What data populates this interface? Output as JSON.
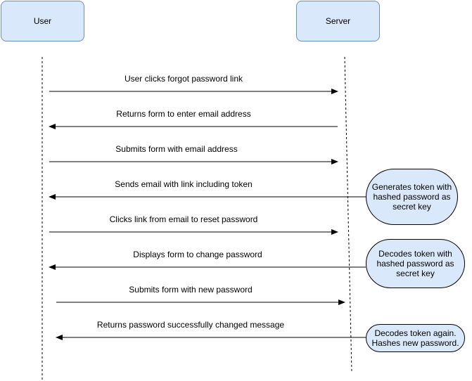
{
  "actors": {
    "user": "User",
    "server": "Server"
  },
  "messages": [
    {
      "label": "User clicks forgot password link",
      "direction": "right"
    },
    {
      "label": "Returns form to enter email address",
      "direction": "left"
    },
    {
      "label": "Submits form with email address",
      "direction": "right"
    },
    {
      "label": "Sends email with link including token",
      "direction": "left"
    },
    {
      "label": "Clicks link from email to reset password",
      "direction": "right"
    },
    {
      "label": "Displays form to  change password",
      "direction": "left"
    },
    {
      "label": "Submits form with new password",
      "direction": "right"
    },
    {
      "label": "Returns password successfully changed message",
      "direction": "left"
    }
  ],
  "notes": [
    {
      "lines": [
        "Generates token with",
        "hashed password as",
        "secret key"
      ]
    },
    {
      "lines": [
        "Decodes token with",
        "hashed password as",
        "secret key"
      ]
    },
    {
      "lines": [
        "Decodes token again.",
        "Hashes new password."
      ]
    }
  ]
}
